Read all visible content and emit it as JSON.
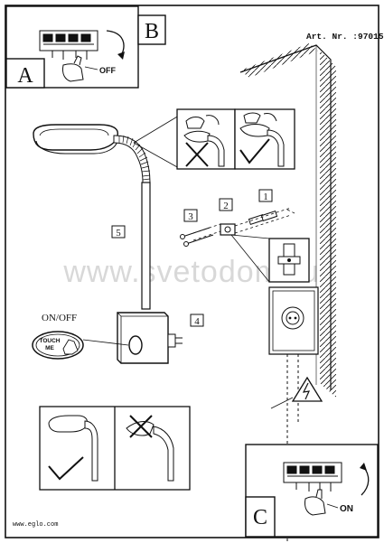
{
  "document": {
    "article_number": "Art. Nr. :97015",
    "website": "www.eglo.com",
    "watermark": "www.svetodom.ru"
  },
  "panels": {
    "a_label": "A",
    "b_label": "B",
    "c_label": "C",
    "off_label": "OFF",
    "on_label": "ON"
  },
  "steps": [
    "1",
    "2",
    "3",
    "4",
    "5"
  ],
  "switch": {
    "on_off_label": "ON/OFF",
    "touch_label_line1": "TOUCH",
    "touch_label_line2": "ME"
  },
  "icons": [
    "lamp-icon",
    "hand-icon",
    "rotate-arrow-icon",
    "check-mark-icon",
    "cross-mark-icon",
    "electric-hazard-icon",
    "screw-icon",
    "wall-plug-icon",
    "socket-icon",
    "terminal-block-icon"
  ]
}
